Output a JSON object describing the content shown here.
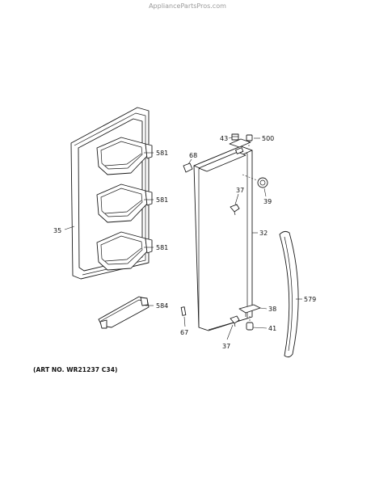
{
  "watermark": "AppliancePartsPros.com",
  "art_number": "(ART NO. WR21237 C34)",
  "callouts": {
    "c35": "35",
    "c581a": "581",
    "c581b": "581",
    "c581c": "581",
    "c584": "584",
    "c68": "68",
    "c43": "43",
    "c500": "500",
    "c37a": "37",
    "c39": "39",
    "c32": "32",
    "c579": "579",
    "c38": "38",
    "c41": "41",
    "c67": "67",
    "c37b": "37"
  }
}
